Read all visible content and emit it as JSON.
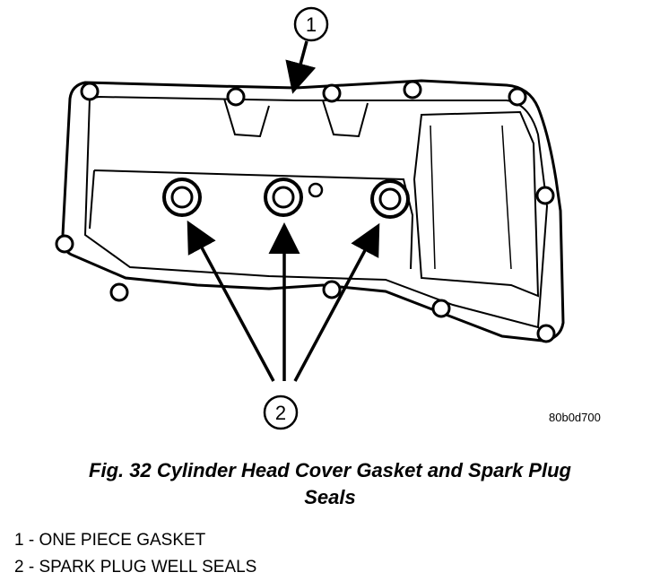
{
  "callouts": {
    "one": "1",
    "two": "2"
  },
  "figure_code": "80b0d700",
  "caption": {
    "line1": "Fig. 32 Cylinder Head Cover Gasket and Spark Plug",
    "line2": "Seals"
  },
  "legend": [
    "1 - ONE PIECE GASKET",
    "2 - SPARK PLUG WELL SEALS"
  ]
}
